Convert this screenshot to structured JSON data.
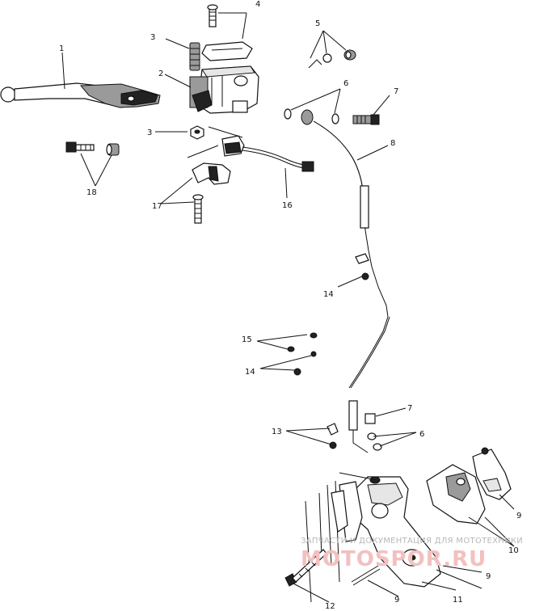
{
  "callouts": {
    "c1": "1",
    "c2": "2",
    "c3a": "3",
    "c3b": "3",
    "c4": "4",
    "c5": "5",
    "c6a": "6",
    "c6b": "6",
    "c7a": "7",
    "c7b": "7",
    "c8": "8",
    "c9a": "9",
    "c9b": "9",
    "c9c": "9",
    "c10": "10",
    "c11": "11",
    "c12": "12",
    "c13": "13",
    "c14a": "14",
    "c14b": "14",
    "c15": "15",
    "c16": "16",
    "c17": "17",
    "c18": "18"
  },
  "watermark": {
    "line1": "ЗАПЧАСТИ И ДОКУМЕНТАЦИЯ ДЛЯ МОТОТЕХНИКИ",
    "line2": "MOTOSPOR.RU"
  }
}
